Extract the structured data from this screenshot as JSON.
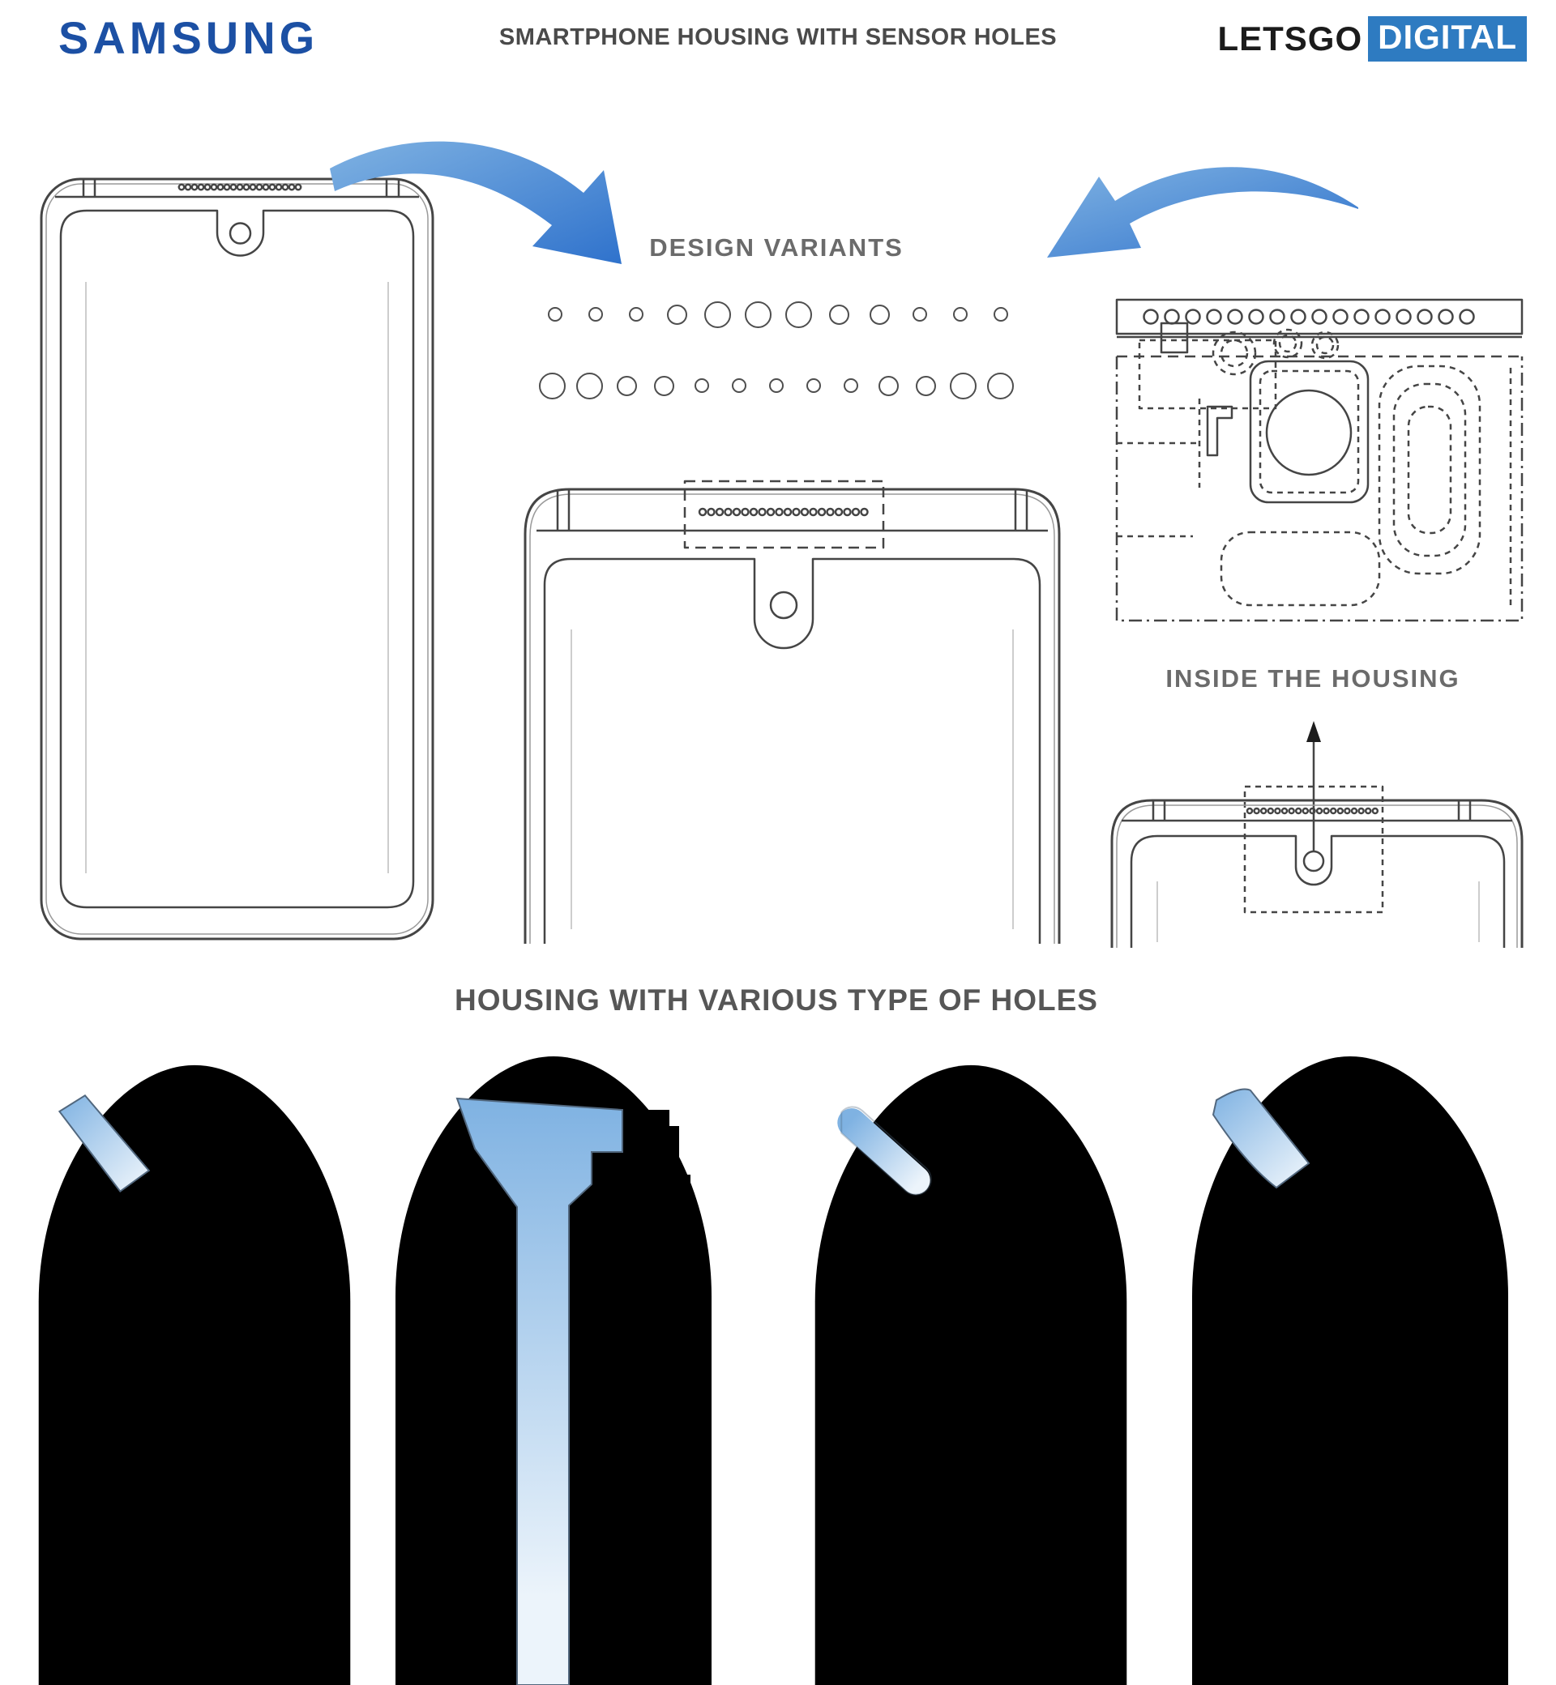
{
  "header": {
    "brand_logo": "SAMSUNG",
    "page_title": "SMARTPHONE HOUSING WITH SENSOR HOLES",
    "site_logo": {
      "black_part": "LETSGO",
      "boxed_part": "DIGITAL"
    }
  },
  "labels": {
    "design_variants": "DESIGN VARIANTS",
    "inside_the_housing": "INSIDE THE HOUSING",
    "housing_types": "HOUSING WITH VARIOUS TYPE OF HOLES"
  },
  "figures": {
    "design_variant_hole_rows": [
      {
        "diameters": [
          18,
          18,
          18,
          25,
          33,
          33,
          33,
          25,
          25,
          18,
          18,
          18
        ]
      },
      {
        "diameters": [
          33,
          33,
          25,
          25,
          18,
          18,
          18,
          18,
          18,
          25,
          25,
          33,
          33
        ]
      }
    ],
    "speaker_hole_counts": {
      "left_phone": 19,
      "middle_phone": 20,
      "small_phone": 19,
      "housing_top_view": 16
    },
    "cross_sections_count": 4
  },
  "colors": {
    "samsung_blue": "#1c50a4",
    "logo_box_blue": "#2e7bc1",
    "arrow_blue_dark": "#2f72cc",
    "arrow_blue_light": "#6aa5e0",
    "beam_blue_dark": "#7fb2e2",
    "beam_blue_light": "#ecf4fb",
    "heading_gray": "#6b6b6b",
    "title_dark": "#4a4a4a",
    "line_art": "#454545",
    "screen_gray": "#e9eaea"
  }
}
